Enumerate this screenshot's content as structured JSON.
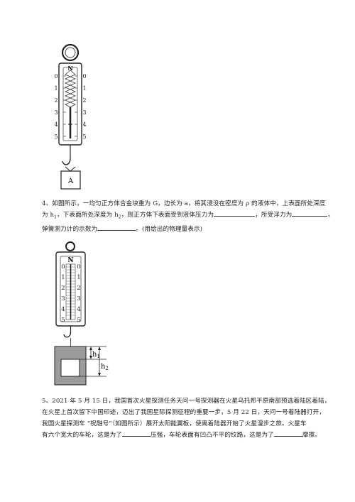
{
  "figure1": {
    "top_letter": "N",
    "scale_left": [
      "0",
      "1",
      "2",
      "3",
      "4",
      "5"
    ],
    "scale_right": [
      "0",
      "1",
      "2",
      "3",
      "4",
      "5"
    ],
    "block_label": "A"
  },
  "q4": {
    "number": "4、",
    "line1": "如图所示，一均匀正方体合金块重为 G，边长为 a，将其浸没在密度为 ρ 的液体中，上表面所处深度",
    "line2_a": "为 h",
    "line2_sub": "1",
    "line2_b": "，下表面所处深度为 h",
    "line2_sub2": "2",
    "line2_c": "，则正方体下表面受到液体压力为",
    "line2_d": "，所受浮力为",
    "line2_e": "，",
    "line3_a": "弹簧测力计的示数为",
    "line3_b": "。(用给出的物理量表示)"
  },
  "figure2": {
    "top_letter": "N",
    "scale_left": [
      "0",
      "1",
      "2",
      "3",
      "4",
      "5"
    ],
    "scale_right": [
      "0",
      "1",
      "2",
      "3",
      "4",
      "5"
    ],
    "h1_label": "h",
    "h1_sub": "1",
    "h2_label": "h",
    "h2_sub": "2"
  },
  "q5": {
    "number": "5、",
    "line1": "2021 年 5 月 15 日，我国首次火星探测任务天问一号探测器在火星乌托邦平原南部预选着陆区着陆，",
    "line2": "在火星上首次留下中国印迹，迈出了我国星际探测征程的重要一步，5 月 22 日，天问一号着陆器打开，",
    "line3": "我国火星探测车 “祝融号”（如图所示）展开太阳能翼板，使离着陆器开始了火星漫步之旅。火星车",
    "line4_a": "有六个宽大的车轮，这是为了",
    "line4_b": "压强，车轮表面有凹凸不平的纹路，这是为了",
    "line4_c": "摩擦。"
  }
}
